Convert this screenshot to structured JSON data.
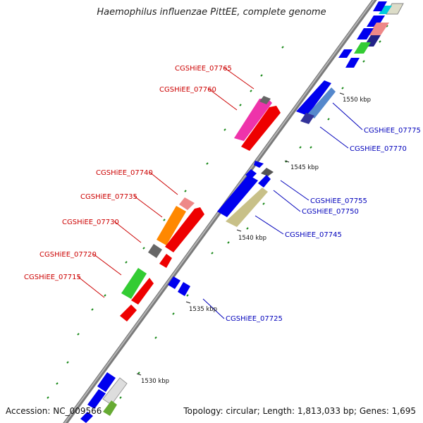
{
  "title": "Haemophilus influenzae PittEE, complete genome",
  "accession": "Accession: NC_009566",
  "topology": "Topology: circular; Length: 1,813,033 bp; Genes: 1,695",
  "scale_labels": [
    "1550 kbp",
    "1545 kbp",
    "1540 kbp",
    "1535 kbp",
    "1530 kbp"
  ],
  "gene_labels_red": [
    "CGSHiEE_07765",
    "CGSHiEE_07760",
    "CGSHiEE_07740",
    "CGSHiEE_07735",
    "CGSHiEE_07730",
    "CGSHiEE_07720",
    "CGSHiEE_07715"
  ],
  "gene_labels_blue": [
    "CGSHiEE_07775",
    "CGSHiEE_07770",
    "CGSHiEE_07755",
    "CGSHiEE_07750",
    "CGSHiEE_07745",
    "CGSHiEE_07725"
  ],
  "colors": {
    "backbone": "#8c8c8c",
    "forward_strand": "#ff0000",
    "reverse_strand": "#0000ff",
    "label_red": "#cc0000",
    "label_blue": "#0000bb",
    "tick": "#1a8a1a"
  }
}
